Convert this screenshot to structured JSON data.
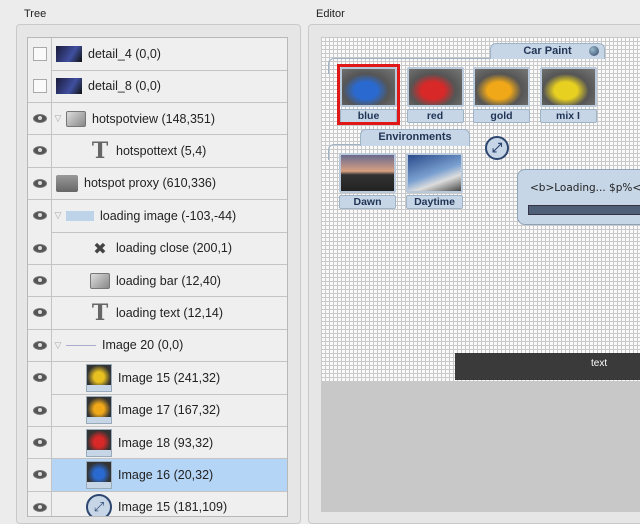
{
  "tree": {
    "title": "Tree",
    "rows": [
      {
        "label": "detail_4 (0,0)",
        "visible": false,
        "indent": 0,
        "expander": false,
        "icon": "photo-thumb-icon"
      },
      {
        "label": "detail_8 (0,0)",
        "visible": false,
        "indent": 0,
        "expander": false,
        "icon": "photo-thumb-icon"
      },
      {
        "label": "hotspotview (148,351)",
        "visible": true,
        "indent": 0,
        "expander": true,
        "icon": "box-icon"
      },
      {
        "label": "hotspottext (5,4)",
        "visible": true,
        "indent": 1,
        "expander": false,
        "icon": "text-icon"
      },
      {
        "label": "hotspot proxy (610,336)",
        "visible": true,
        "indent": 0,
        "expander": false,
        "icon": "folder-icon"
      },
      {
        "label": "loading image (-103,-44)",
        "visible": true,
        "indent": 0,
        "expander": true,
        "icon": "bar-icon"
      },
      {
        "label": "loading close (200,1)",
        "visible": true,
        "indent": 1,
        "expander": false,
        "icon": "close-icon"
      },
      {
        "label": "loading bar (12,40)",
        "visible": true,
        "indent": 1,
        "expander": false,
        "icon": "box-icon"
      },
      {
        "label": "loading text (12,14)",
        "visible": true,
        "indent": 1,
        "expander": false,
        "icon": "text-icon"
      },
      {
        "label": "Image 20 (0,0)",
        "visible": true,
        "indent": 0,
        "expander": true,
        "icon": "line-icon"
      },
      {
        "label": "Image 15 (241,32)",
        "visible": true,
        "indent": 1,
        "expander": false,
        "icon": "car-thumb-icon",
        "color": "#e8c020"
      },
      {
        "label": "Image 17 (167,32)",
        "visible": true,
        "indent": 1,
        "expander": false,
        "icon": "car-thumb-icon",
        "color": "#f0a818"
      },
      {
        "label": "Image 18 (93,32)",
        "visible": true,
        "indent": 1,
        "expander": false,
        "icon": "car-thumb-icon",
        "color": "#d82828"
      },
      {
        "label": "Image 16 (20,32)",
        "visible": true,
        "indent": 1,
        "expander": false,
        "icon": "car-thumb-icon",
        "color": "#2a6ad0",
        "selected": true
      },
      {
        "label": "Image 15 (181,109)",
        "visible": true,
        "indent": 1,
        "expander": false,
        "icon": "fullscreen-icon"
      }
    ]
  },
  "editor": {
    "title": "Editor",
    "car_paint": {
      "title": "Car Paint",
      "items": [
        {
          "label": "blue",
          "color": "#2a6ad0"
        },
        {
          "label": "red",
          "color": "#d82828"
        },
        {
          "label": "gold",
          "color": "#f0a818"
        },
        {
          "label": "mix I",
          "color": "#e8d020"
        }
      ]
    },
    "environments": {
      "title": "Environments",
      "items": [
        {
          "label": "Dawn"
        },
        {
          "label": "Daytime"
        }
      ]
    },
    "loading_text": "<b>Loading... $p%</b",
    "text_bar": "text"
  }
}
